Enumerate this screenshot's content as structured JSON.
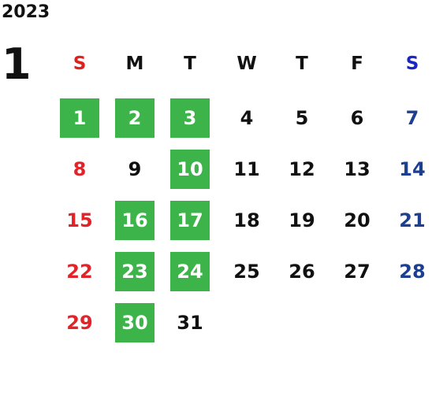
{
  "calendar": {
    "year": "2023",
    "month": "1",
    "weekday_headers": [
      "S",
      "M",
      "T",
      "W",
      "T",
      "F",
      "S"
    ],
    "weeks": [
      [
        {
          "d": "1",
          "hl": true
        },
        {
          "d": "2",
          "hl": true
        },
        {
          "d": "3",
          "hl": true
        },
        {
          "d": "4",
          "hl": false
        },
        {
          "d": "5",
          "hl": false
        },
        {
          "d": "6",
          "hl": false
        },
        {
          "d": "7",
          "hl": false
        }
      ],
      [
        {
          "d": "8",
          "hl": false
        },
        {
          "d": "9",
          "hl": false
        },
        {
          "d": "10",
          "hl": true
        },
        {
          "d": "11",
          "hl": false
        },
        {
          "d": "12",
          "hl": false
        },
        {
          "d": "13",
          "hl": false
        },
        {
          "d": "14",
          "hl": false
        }
      ],
      [
        {
          "d": "15",
          "hl": false
        },
        {
          "d": "16",
          "hl": true
        },
        {
          "d": "17",
          "hl": true
        },
        {
          "d": "18",
          "hl": false
        },
        {
          "d": "19",
          "hl": false
        },
        {
          "d": "20",
          "hl": false
        },
        {
          "d": "21",
          "hl": false
        }
      ],
      [
        {
          "d": "22",
          "hl": false
        },
        {
          "d": "23",
          "hl": true
        },
        {
          "d": "24",
          "hl": true
        },
        {
          "d": "25",
          "hl": false
        },
        {
          "d": "26",
          "hl": false
        },
        {
          "d": "27",
          "hl": false
        },
        {
          "d": "28",
          "hl": false
        }
      ],
      [
        {
          "d": "29",
          "hl": false
        },
        {
          "d": "30",
          "hl": true
        },
        {
          "d": "31",
          "hl": false
        }
      ]
    ]
  },
  "colors": {
    "highlight": "#3cb44a",
    "sunday": "#e0242a",
    "saturday": "#1d3f8f",
    "saturday_header": "#1a25c8",
    "text": "#111111"
  }
}
